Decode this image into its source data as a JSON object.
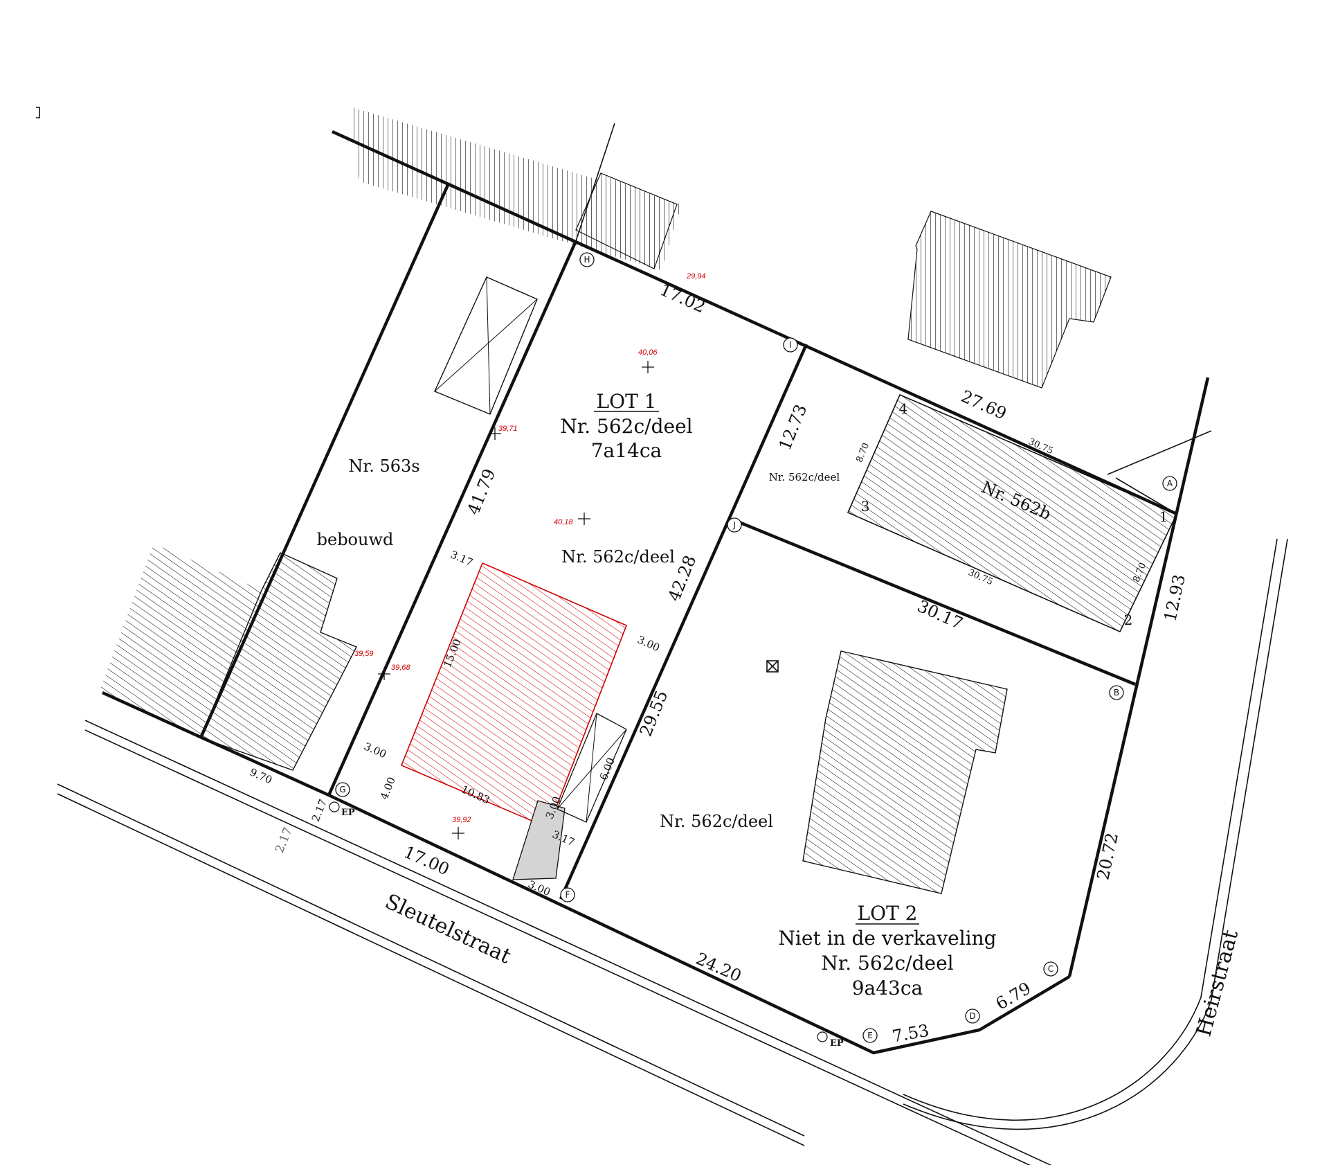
{
  "lots": {
    "lot1": {
      "title": "LOT 1",
      "parcel": "Nr. 562c/deel",
      "area": "7a14ca"
    },
    "lot2": {
      "title": "LOT 2",
      "subtitle": "Niet in de verkaveling",
      "parcel": "Nr. 562c/deel",
      "area": "9a43ca"
    }
  },
  "parcels": {
    "p563s": "Nr. 563s",
    "bebouwd": "bebouwd",
    "p562c_lot1": "Nr. 562c/deel",
    "p562c_small": "Nr. 562c/deel",
    "p562c_lot2": "Nr. 562c/deel",
    "p562b": "Nr. 562b"
  },
  "streets": {
    "sleutelstraat": "Sleutelstraat",
    "heirstraat": "Heirstraat"
  },
  "dimensions": {
    "d1702": "17.02",
    "d1273": "12.73",
    "d2769": "27.69",
    "d4179": "41.79",
    "d4228": "42.28",
    "d2955": "29.55",
    "d3017": "30.17",
    "d1293": "12.93",
    "d2072": "20.72",
    "d1700": "17.00",
    "d2420": "24.20",
    "d753": "7.53",
    "d679": "6.79",
    "d970": "9.70",
    "d217a": "2.17",
    "d217b": "2.17"
  },
  "building_dims": {
    "b317a": "3.17",
    "b300a": "3.00",
    "b1500": "15.00",
    "b300b": "3.00",
    "b400": "4.00",
    "b1083": "10.83",
    "b300c": "3.00",
    "b317b": "3.17",
    "b300d": "3.00",
    "b600": "6.00",
    "s3075a": "30.75",
    "s3075b": "30.75",
    "s870a": "8.70",
    "s870b": "8.70",
    "c1": "1",
    "c2": "2",
    "c3": "3",
    "c4": "4"
  },
  "elevations": {
    "e2994": "29,94",
    "e4006": "40,06",
    "e3971": "39,71",
    "e4018": "40,18",
    "e3959": "39,59",
    "e3968": "39,68",
    "e3992": "39,92"
  },
  "points": [
    "H",
    "I",
    "J",
    "A",
    "B",
    "C",
    "D",
    "E",
    "F",
    "G"
  ],
  "ep": {
    "ep1": "EP",
    "ep2": "EP"
  },
  "colors": {
    "new_building": "#d00000",
    "driveway": "#d4d4d4",
    "lines": "#111111"
  }
}
